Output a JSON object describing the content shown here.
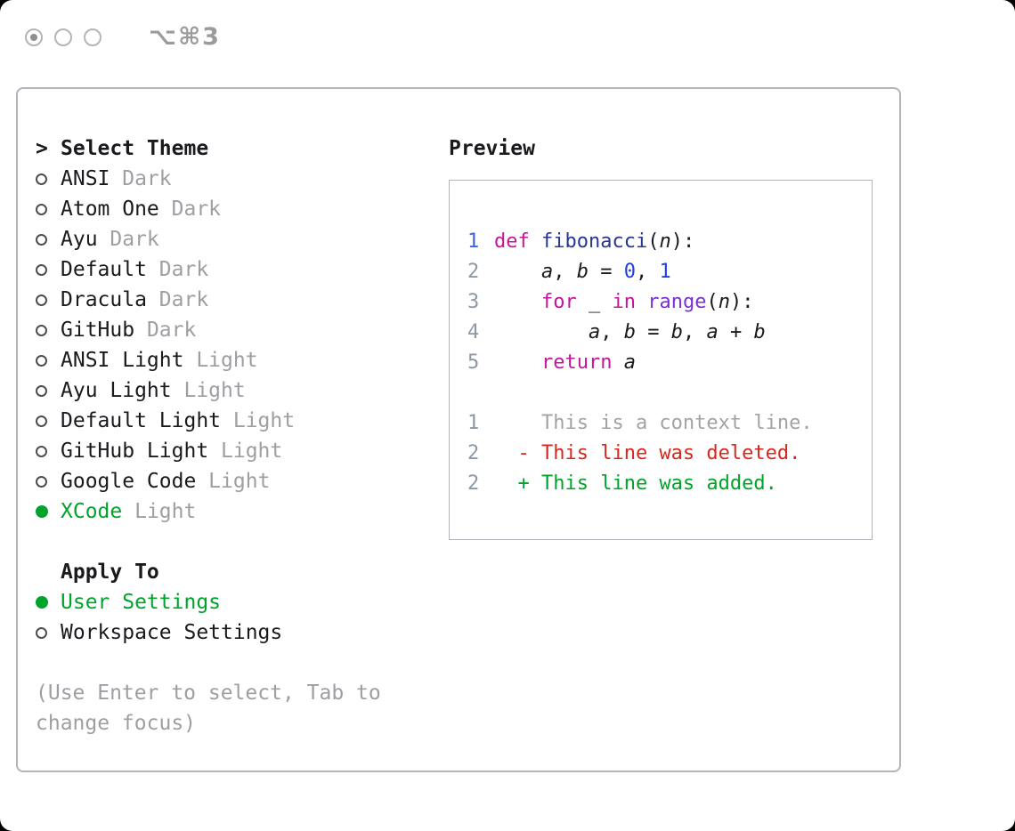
{
  "window": {
    "shortcut_label": "⌥⌘3",
    "traffic_lights": [
      "close-with-dot",
      "empty",
      "empty"
    ]
  },
  "theme_selector": {
    "prompt": ">",
    "title": "Select Theme",
    "items": [
      {
        "name": "ANSI",
        "variant": "Dark",
        "selected": false
      },
      {
        "name": "Atom One",
        "variant": "Dark",
        "selected": false
      },
      {
        "name": "Ayu",
        "variant": "Dark",
        "selected": false
      },
      {
        "name": "Default",
        "variant": "Dark",
        "selected": false
      },
      {
        "name": "Dracula",
        "variant": "Dark",
        "selected": false
      },
      {
        "name": "GitHub",
        "variant": "Dark",
        "selected": false
      },
      {
        "name": "ANSI Light",
        "variant": "Light",
        "selected": false
      },
      {
        "name": "Ayu Light",
        "variant": "Light",
        "selected": false
      },
      {
        "name": "Default Light",
        "variant": "Light",
        "selected": false
      },
      {
        "name": "GitHub Light",
        "variant": "Light",
        "selected": false
      },
      {
        "name": "Google Code",
        "variant": "Light",
        "selected": false
      },
      {
        "name": "XCode",
        "variant": "Light",
        "selected": true
      }
    ],
    "apply_to_title": "Apply To",
    "apply_to_options": [
      {
        "label": "User Settings",
        "selected": true
      },
      {
        "label": "Workspace Settings",
        "selected": false
      }
    ],
    "hint_lines": [
      "(Use Enter to select, Tab to",
      "change focus)"
    ]
  },
  "preview": {
    "title": "Preview",
    "code_lines": [
      {
        "num": "1",
        "num_style": "blue",
        "segments": [
          {
            "t": "def ",
            "s": "kw"
          },
          {
            "t": "fibonacci",
            "s": "fn"
          },
          {
            "t": "(",
            "s": "p"
          },
          {
            "t": "n",
            "s": "v"
          },
          {
            "t": "):",
            "s": "p"
          }
        ]
      },
      {
        "num": "2",
        "num_style": "gray",
        "segments": [
          {
            "t": "    ",
            "s": "p"
          },
          {
            "t": "a",
            "s": "v"
          },
          {
            "t": ", ",
            "s": "p"
          },
          {
            "t": "b",
            "s": "v"
          },
          {
            "t": " = ",
            "s": "p"
          },
          {
            "t": "0",
            "s": "n"
          },
          {
            "t": ", ",
            "s": "p"
          },
          {
            "t": "1",
            "s": "n"
          }
        ]
      },
      {
        "num": "3",
        "num_style": "gray",
        "segments": [
          {
            "t": "    ",
            "s": "p"
          },
          {
            "t": "for",
            "s": "kw"
          },
          {
            "t": " _ ",
            "s": "p"
          },
          {
            "t": "in",
            "s": "kw"
          },
          {
            "t": " ",
            "s": "p"
          },
          {
            "t": "range",
            "s": "call"
          },
          {
            "t": "(",
            "s": "p"
          },
          {
            "t": "n",
            "s": "v"
          },
          {
            "t": "):",
            "s": "p"
          }
        ]
      },
      {
        "num": "4",
        "num_style": "gray",
        "segments": [
          {
            "t": "        ",
            "s": "p"
          },
          {
            "t": "a",
            "s": "v"
          },
          {
            "t": ", ",
            "s": "p"
          },
          {
            "t": "b",
            "s": "v"
          },
          {
            "t": " = ",
            "s": "p"
          },
          {
            "t": "b",
            "s": "v"
          },
          {
            "t": ", ",
            "s": "p"
          },
          {
            "t": "a",
            "s": "v"
          },
          {
            "t": " + ",
            "s": "p"
          },
          {
            "t": "b",
            "s": "v"
          }
        ]
      },
      {
        "num": "5",
        "num_style": "gray",
        "segments": [
          {
            "t": "    ",
            "s": "p"
          },
          {
            "t": "return",
            "s": "kw"
          },
          {
            "t": " ",
            "s": "p"
          },
          {
            "t": "a",
            "s": "v"
          }
        ]
      }
    ],
    "diff_lines": [
      {
        "num": "1",
        "num_style": "gray",
        "segments": [
          {
            "t": "    This is a context line.",
            "s": "ctx"
          }
        ]
      },
      {
        "num": "2",
        "num_style": "gray",
        "segments": [
          {
            "t": "  - This line was deleted.",
            "s": "del"
          }
        ]
      },
      {
        "num": "2",
        "num_style": "gray",
        "segments": [
          {
            "t": "  + This line was added.",
            "s": "add"
          }
        ]
      }
    ]
  },
  "colors": {
    "selected_green": "#00a42a",
    "diff_added_green": "#00a42a",
    "diff_deleted_red": "#d7281d",
    "diff_context_gray": "#a3a3a3",
    "keyword_magenta": "#c3179b",
    "number_blue": "#2240dd",
    "function_call_purple": "#7b2fd4",
    "definition_navy": "#283593",
    "muted_gray": "#9e9ea3",
    "line_number_gray": "#8d98a5",
    "line_number_blue": "#3b64d8",
    "border_gray": "#b0b5bb",
    "text_black": "#1a1a1e"
  }
}
